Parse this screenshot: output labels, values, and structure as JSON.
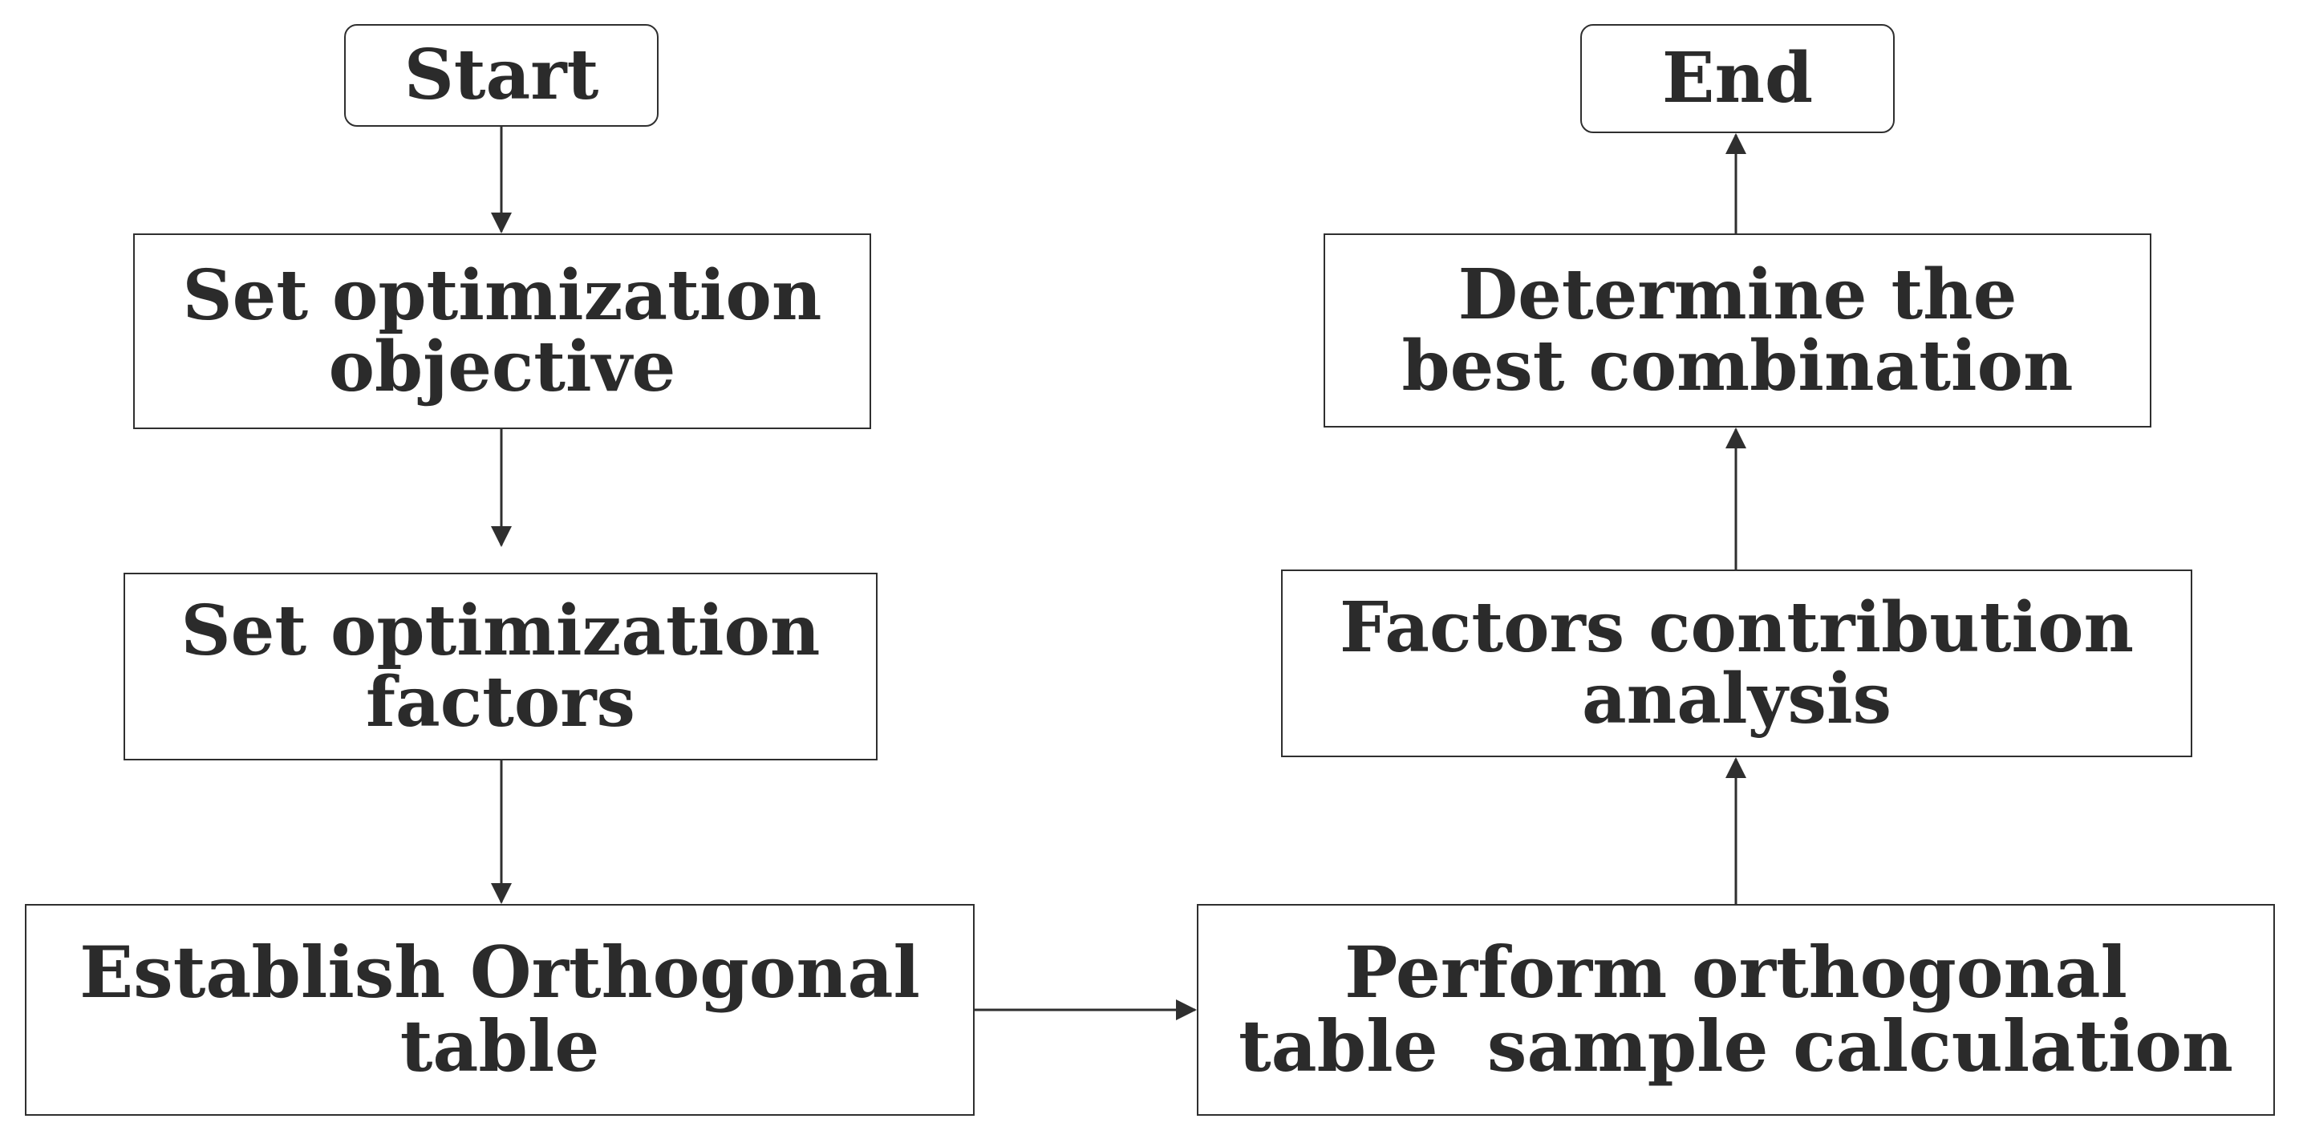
{
  "diagram": {
    "type": "flowchart",
    "colors": {
      "stroke": "#2f2f2f",
      "text": "#2b2b2b",
      "background": "#ffffff"
    },
    "nodes": {
      "start": {
        "lines": [
          "Start"
        ]
      },
      "objective": {
        "lines": [
          "Set optimization",
          "objective"
        ]
      },
      "factors": {
        "lines": [
          "Set optimization",
          "factors"
        ]
      },
      "orthogonal_table": {
        "lines": [
          "Establish Orthogonal",
          "table"
        ]
      },
      "sample_calculation": {
        "lines": [
          "Perform orthogonal",
          "table  sample calculation"
        ]
      },
      "contribution_analysis": {
        "lines": [
          "Factors contribution",
          "analysis"
        ]
      },
      "best_combination": {
        "lines": [
          "Determine the",
          "best combination"
        ]
      },
      "end": {
        "lines": [
          "End"
        ]
      }
    },
    "edges": [
      {
        "from": "Start",
        "to": "Set optimization objective"
      },
      {
        "from": "Set optimization objective",
        "to": "Set optimization factors"
      },
      {
        "from": "Set optimization factors",
        "to": "Establish Orthogonal table"
      },
      {
        "from": "Establish Orthogonal table",
        "to": "Perform orthogonal table sample calculation"
      },
      {
        "from": "Perform orthogonal table sample calculation",
        "to": "Factors contribution analysis"
      },
      {
        "from": "Factors contribution analysis",
        "to": "Determine the best combination"
      },
      {
        "from": "Determine the best combination",
        "to": "End"
      }
    ]
  }
}
